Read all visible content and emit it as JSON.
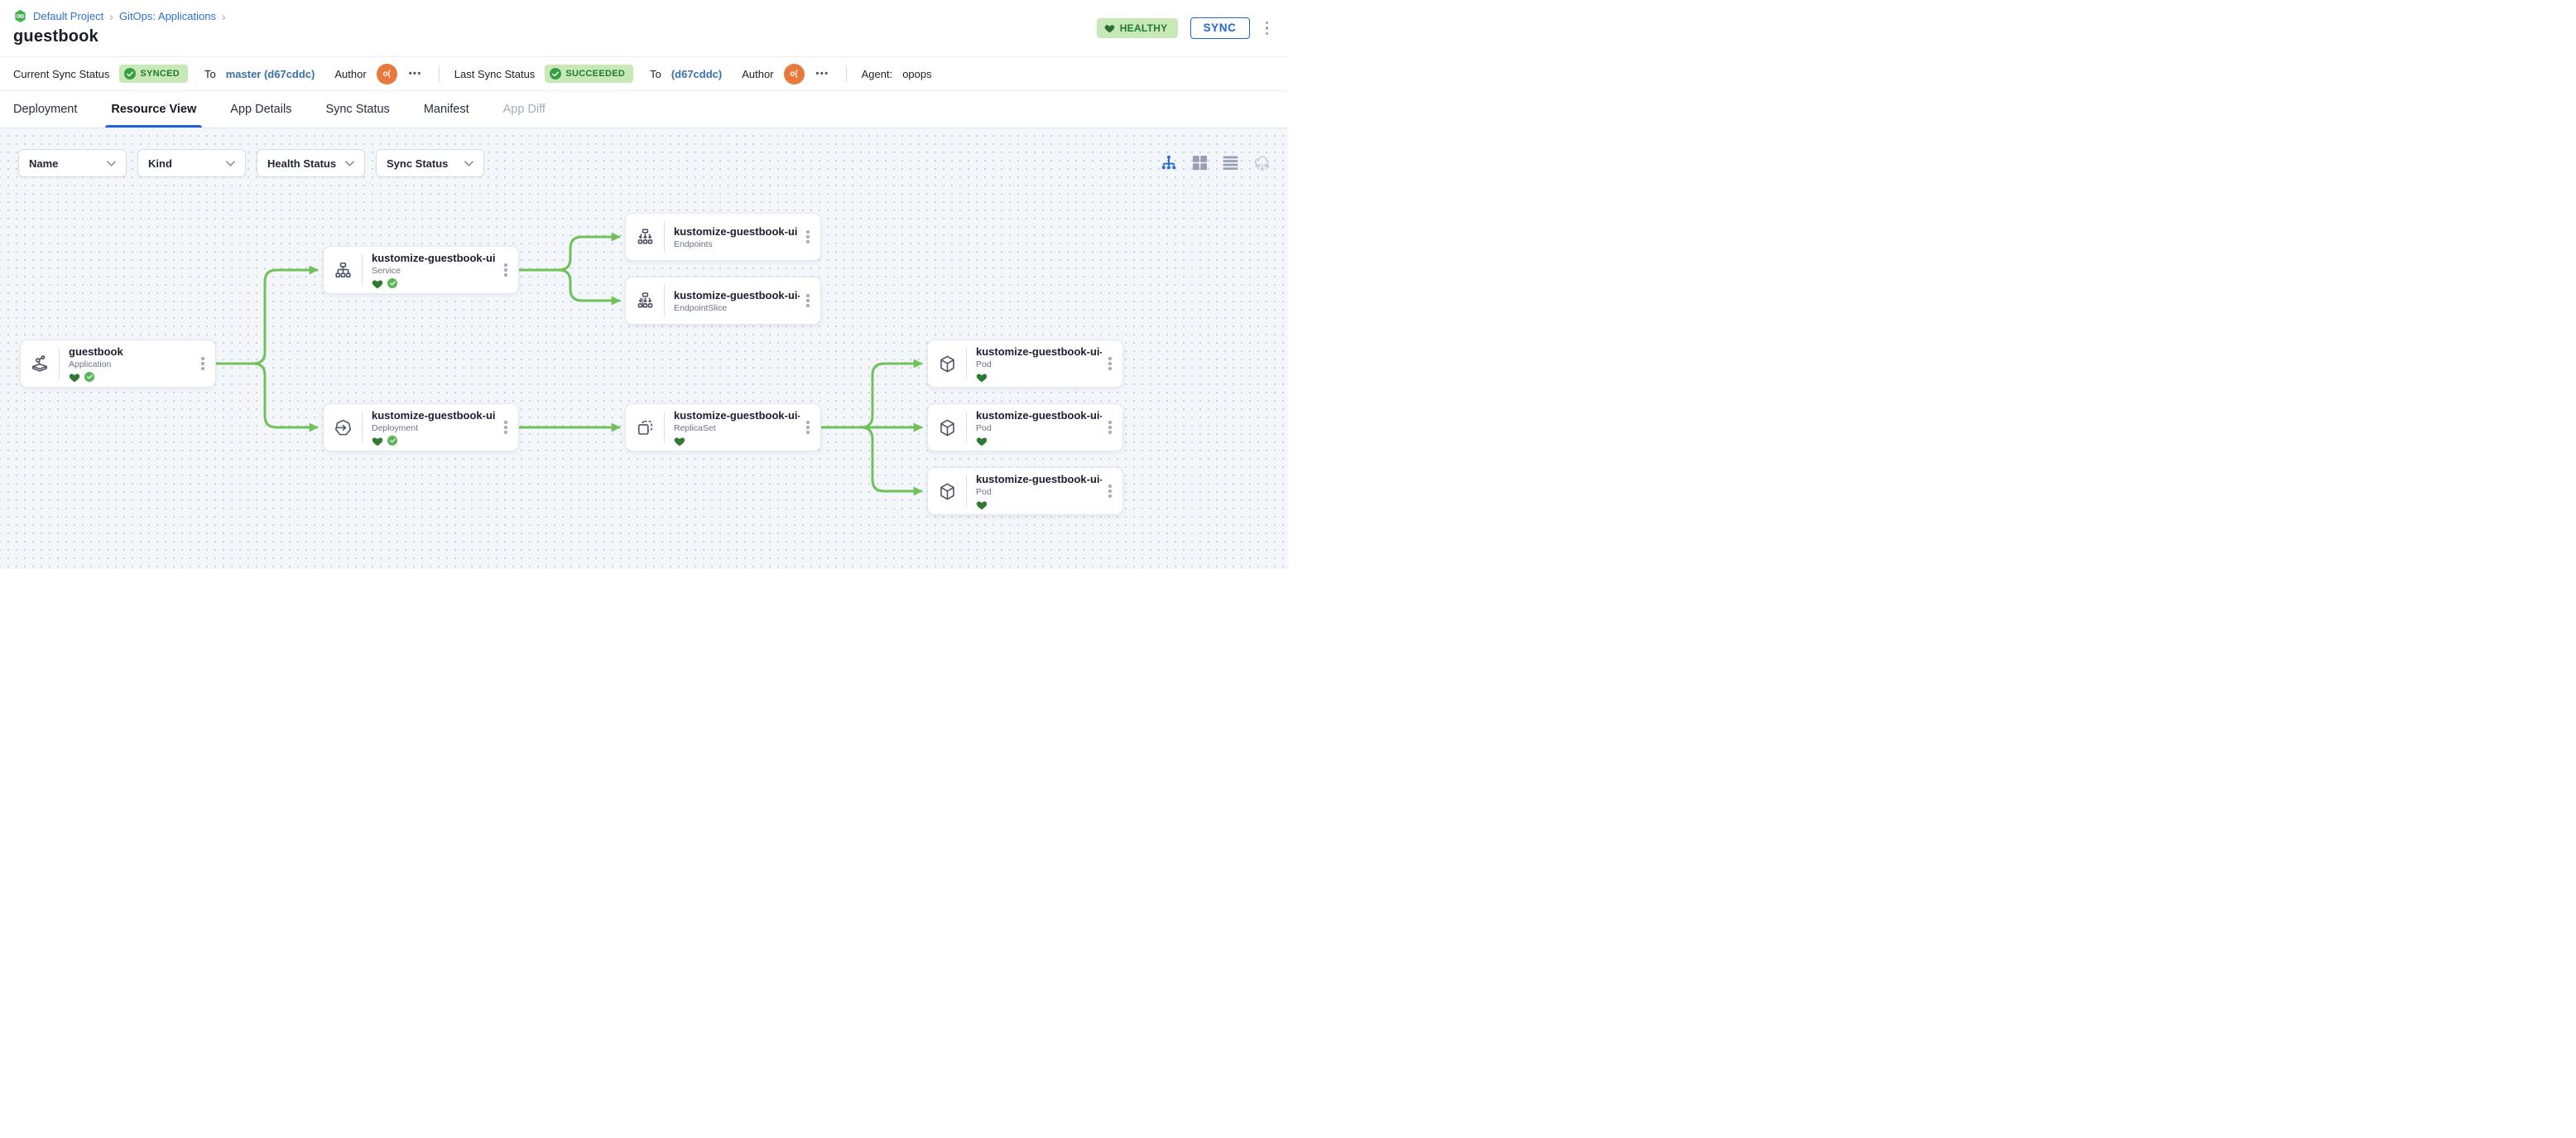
{
  "breadcrumb": {
    "items": [
      "Default Project",
      "GitOps: Applications"
    ],
    "separator": "›"
  },
  "header": {
    "title": "guestbook",
    "health_badge": "HEALTHY",
    "sync_button": "SYNC"
  },
  "status_bar": {
    "current": {
      "label": "Current Sync Status",
      "badge": "SYNCED",
      "to": "To",
      "revision": "master (d67cddc)",
      "author_label": "Author",
      "author_initials": "o(",
      "more": "•••"
    },
    "last": {
      "label": "Last Sync Status",
      "badge": "SUCCEEDED",
      "to": "To",
      "revision": "(d67cddc)",
      "author_label": "Author",
      "author_initials": "o(",
      "more": "•••"
    },
    "agent_label": "Agent:",
    "agent_value": "opops"
  },
  "tabs": [
    {
      "label": "Deployment",
      "state": "normal"
    },
    {
      "label": "Resource View",
      "state": "active"
    },
    {
      "label": "App Details",
      "state": "normal"
    },
    {
      "label": "Sync Status",
      "state": "normal"
    },
    {
      "label": "Manifest",
      "state": "normal"
    },
    {
      "label": "App Diff",
      "state": "disabled"
    }
  ],
  "filters": [
    {
      "label": "Name"
    },
    {
      "label": "Kind"
    },
    {
      "label": "Health Status"
    },
    {
      "label": "Sync Status"
    }
  ],
  "view_modes": [
    {
      "icon": "tree-view-icon",
      "active": true
    },
    {
      "icon": "grid-view-icon",
      "active": false
    },
    {
      "icon": "list-view-icon",
      "active": false
    },
    {
      "icon": "cloud-view-icon",
      "active": false
    }
  ],
  "nodes": [
    {
      "name": "guestbook",
      "kind": "Application",
      "healthy": true,
      "synced": true
    },
    {
      "name": "kustomize-guestbook-ui",
      "kind": "Service",
      "healthy": true,
      "synced": true
    },
    {
      "name": "kustomize-guestbook-ui",
      "kind": "Endpoints",
      "healthy": false,
      "synced": false
    },
    {
      "name": "kustomize-guestbook-ui-...",
      "kind": "EndpointSlice",
      "healthy": false,
      "synced": false
    },
    {
      "name": "kustomize-guestbook-ui",
      "kind": "Deployment",
      "healthy": true,
      "synced": true
    },
    {
      "name": "kustomize-guestbook-ui-...",
      "kind": "ReplicaSet",
      "healthy": true,
      "synced": false
    },
    {
      "name": "kustomize-guestbook-ui-...",
      "kind": "Pod",
      "healthy": true,
      "synced": false
    },
    {
      "name": "kustomize-guestbook-ui-...",
      "kind": "Pod",
      "healthy": true,
      "synced": false
    },
    {
      "name": "kustomize-guestbook-ui-...",
      "kind": "Pod",
      "healthy": true,
      "synced": false
    }
  ],
  "colors": {
    "accent_blue": "#2363d8",
    "link_blue": "#2e6fd6",
    "commit_blue": "#3872a8",
    "success_bg": "#c8e8b8",
    "success_text": "#1e7b2d",
    "edge_green": "#70c158",
    "healthy_heart": "#2d7a33",
    "synced_check": "#58b657",
    "avatar_orange": "#e8793a",
    "canvas_bg": "#f3f7fb"
  }
}
